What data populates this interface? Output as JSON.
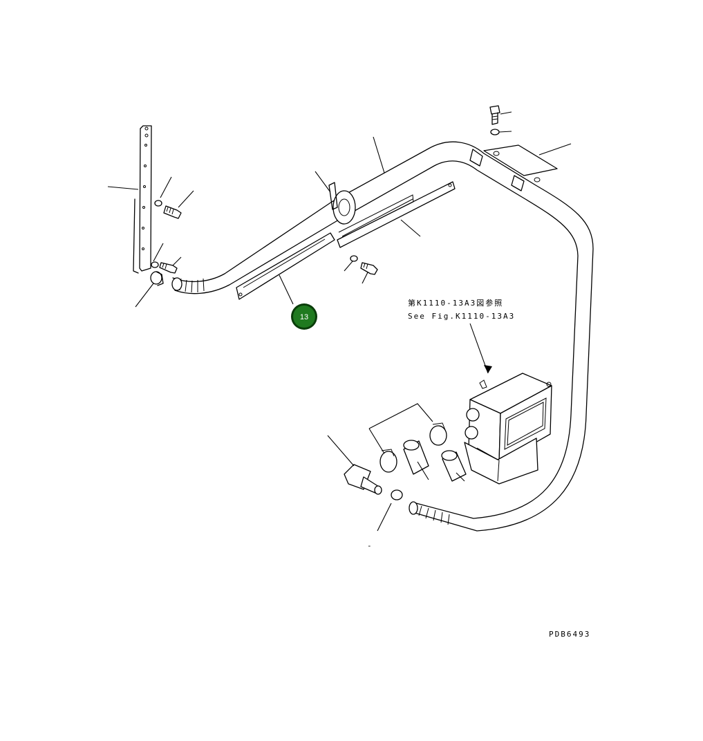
{
  "diagram": {
    "reference_note_jp": "第K1110-13A3図参照",
    "reference_note_en": "See Fig.K1110-13A3",
    "drawing_code": "PDB6493",
    "stray_mark": "-",
    "callout_badge": {
      "label": "13",
      "color": "#1f7a1f",
      "ring_color": "#0a3d0a"
    }
  }
}
